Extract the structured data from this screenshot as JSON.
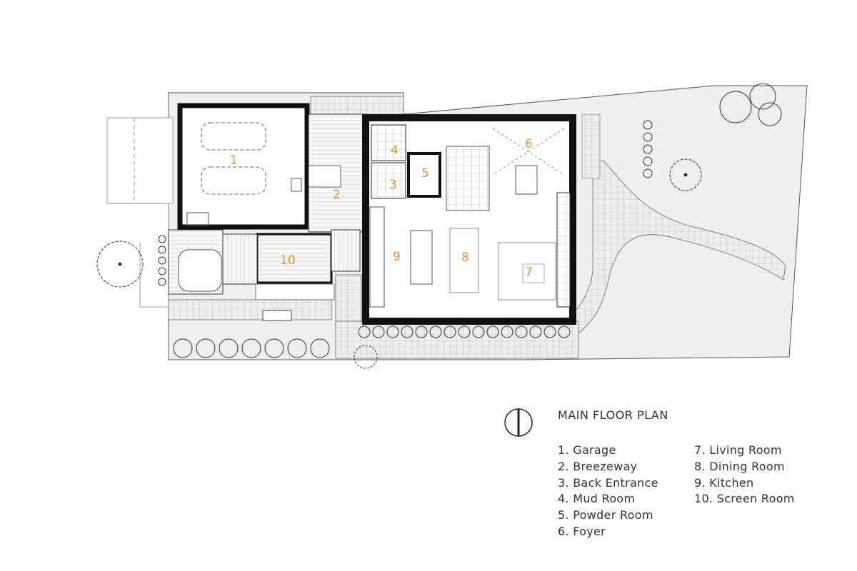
{
  "legend": {
    "title": "MAIN FLOOR PLAN",
    "items": [
      "1. Garage",
      "2. Breezeway",
      "3. Back Entrance",
      "4. Mud Room",
      "5. Powder Room",
      "6. Foyer",
      "7. Living Room",
      "8. Dining Room",
      "9. Kitchen",
      "10. Screen Room"
    ]
  },
  "room_numbers": [
    "1",
    "2",
    "3",
    "4",
    "5",
    "6",
    "7",
    "8",
    "9",
    "10"
  ],
  "colors": {
    "room_number": "#f0931e",
    "wall": "#111111",
    "lawn": "#efefef",
    "paver": "#e2e2e2",
    "deck": "#f4f4f4",
    "line": "#555555"
  },
  "icons": [
    "north-arrow-icon",
    "tree-icon",
    "shrub-icon",
    "car-icon"
  ]
}
